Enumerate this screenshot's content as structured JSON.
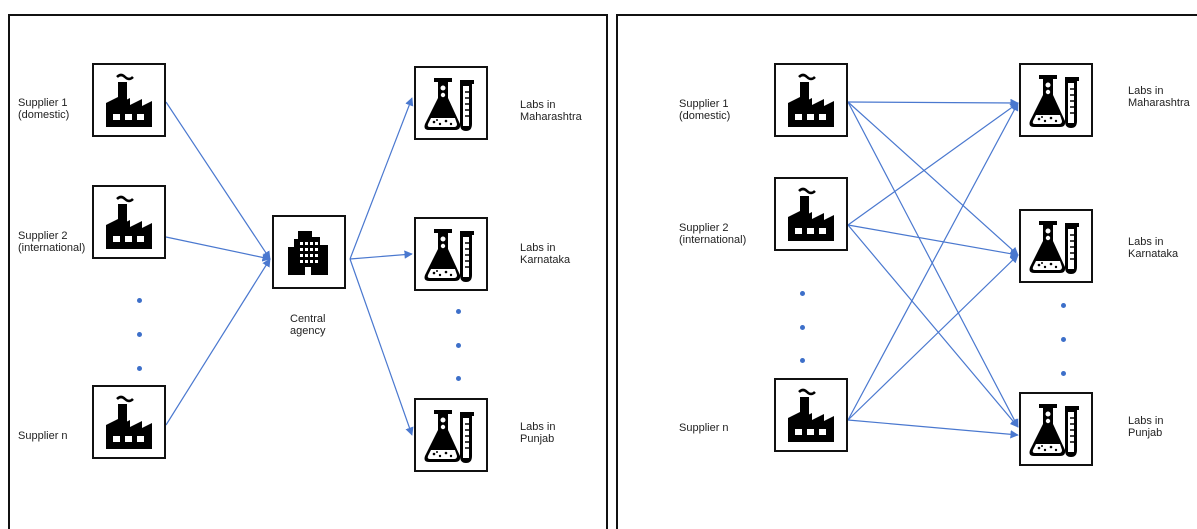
{
  "left_diagram": {
    "suppliers": [
      {
        "label": "Supplier 1\n(domestic)"
      },
      {
        "label": "Supplier 2\n(international)"
      },
      {
        "label": "Supplier n"
      }
    ],
    "central": {
      "label": "Central\nagency"
    },
    "labs": [
      {
        "label": "Labs in\nMaharashtra"
      },
      {
        "label": "Labs in\nKarnataka"
      },
      {
        "label": "Labs in\nPunjab"
      }
    ]
  },
  "right_diagram": {
    "suppliers": [
      {
        "label": "Supplier 1\n(domestic)"
      },
      {
        "label": "Supplier 2\n(international)"
      },
      {
        "label": "Supplier n"
      }
    ],
    "labs": [
      {
        "label": "Labs in\nMaharashtra"
      },
      {
        "label": "Labs in\nKarnataka"
      },
      {
        "label": "Labs in\nPunjab"
      }
    ]
  },
  "colors": {
    "arrow": "#4a78cf",
    "dots": "#3d6fc9",
    "border": "#111111"
  },
  "icons": {
    "supplier": "factory-icon",
    "central": "office-building-icon",
    "lab": "lab-flask-icon"
  }
}
